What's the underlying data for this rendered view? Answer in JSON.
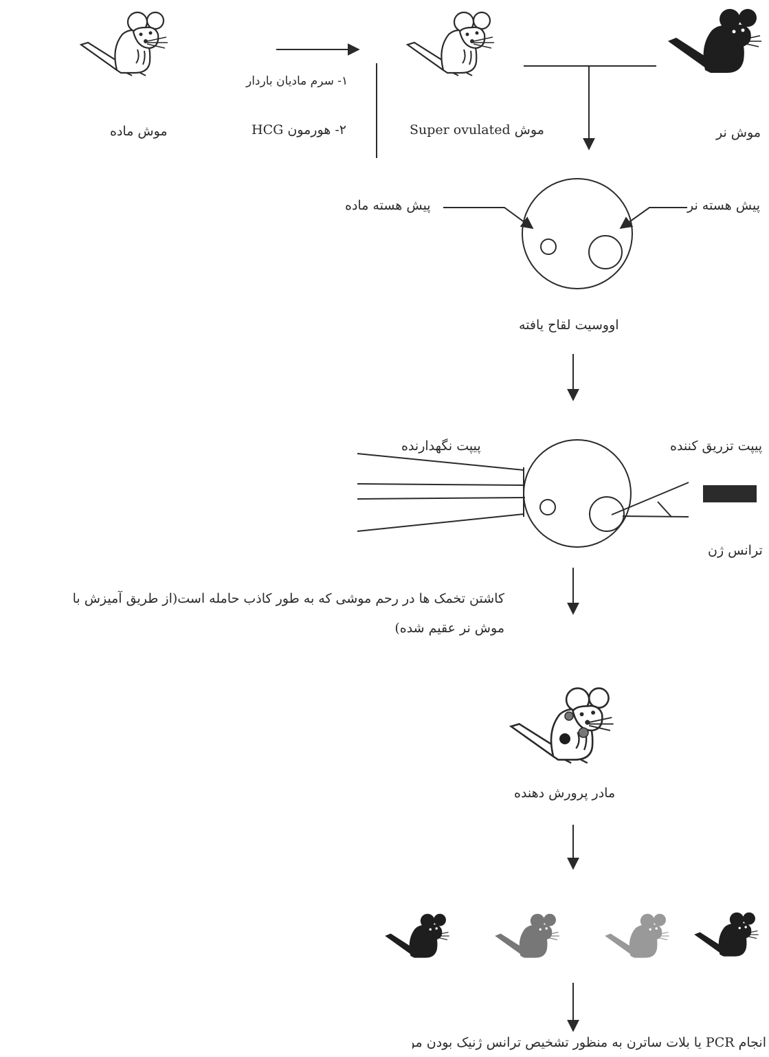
{
  "labels": {
    "female_mouse": "موش ماده",
    "hormone_1": "۱- سرم مادیان باردار",
    "hormone_2": "۲- هورمون HCG",
    "superovulated": "موش Super ovulated",
    "male_mouse": "موش نر",
    "female_pronucleus": "پیش هسته ماده",
    "male_pronucleus": "پیش هسته نر",
    "fertilized_oocyte": "اووسیت لقاح یافته",
    "holding_pipette": "پیپت نگهدارنده",
    "injecting_pipette": "پیپت تزریق کننده",
    "transgene": "ترانس ژن",
    "implantation_line1": "کاشتن تخمک ها در رحم موشی که به طور کاذب حامله است(از طریق آمیزش با",
    "implantation_line2": "موش نر عقیم شده)",
    "foster_mother": "مادر پرورش دهنده",
    "pcr_text": "انجام PCR یا بلات ساترن به منظور تشخیص ترانس ژنیک بودن موش ها"
  },
  "colors": {
    "ink": "#2a2a2a",
    "dark_mouse": "#1e1e1e",
    "speckled_mouse": "#777777",
    "transgene_block": "#2b2b2b"
  },
  "icons": [
    "white-mouse-icon",
    "black-mouse-icon",
    "foster-mouse-icon",
    "offspring-mouse-icon"
  ]
}
